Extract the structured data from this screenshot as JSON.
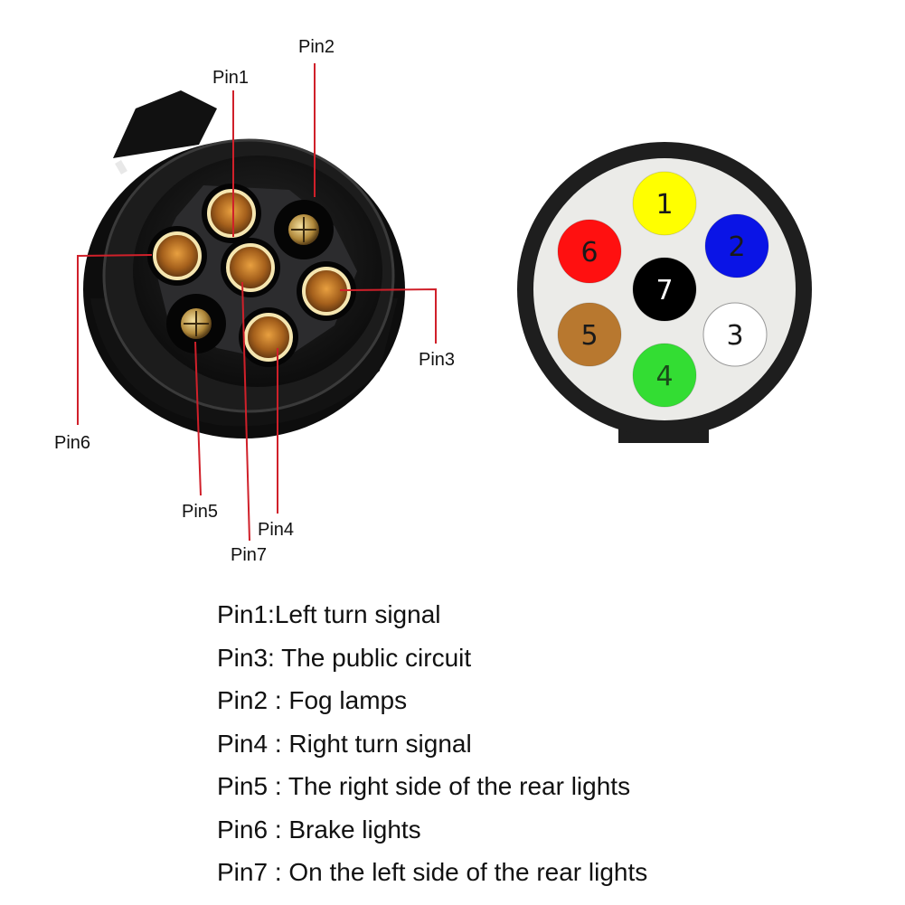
{
  "photo": {
    "callouts": [
      {
        "pin": 1,
        "label": "Pin1"
      },
      {
        "pin": 2,
        "label": "Pin2"
      },
      {
        "pin": 3,
        "label": "Pin3"
      },
      {
        "pin": 4,
        "label": "Pin4"
      },
      {
        "pin": 5,
        "label": "Pin5"
      },
      {
        "pin": 6,
        "label": "Pin6"
      },
      {
        "pin": 7,
        "label": "Pin7"
      }
    ],
    "leader_color": "#d0202a"
  },
  "diagram": {
    "pins": [
      {
        "number": "1",
        "color": "#ffff00",
        "text_color": "#1a1a1a"
      },
      {
        "number": "2",
        "color": "#0a14e6",
        "text_color": "#1a1a1a"
      },
      {
        "number": "3",
        "color": "#ffffff",
        "text_color": "#1a1a1a"
      },
      {
        "number": "4",
        "color": "#33dd33",
        "text_color": "#1a4a1a"
      },
      {
        "number": "5",
        "color": "#b8782f",
        "text_color": "#1a1a1a"
      },
      {
        "number": "6",
        "color": "#ff1010",
        "text_color": "#1a1a1a"
      },
      {
        "number": "7",
        "color": "#000000",
        "text_color": "#ffffff"
      }
    ],
    "face_color": "#ebebe8",
    "rim_color": "#1e1e1e"
  },
  "legend": [
    "Pin1:Left turn signal",
    "Pin3: The public circuit",
    "Pin2 : Fog lamps",
    "Pin4 : Right turn signal",
    "Pin5 : The right side of the rear lights",
    "Pin6 : Brake lights",
    "Pin7 : On the left side of the rear lights"
  ]
}
